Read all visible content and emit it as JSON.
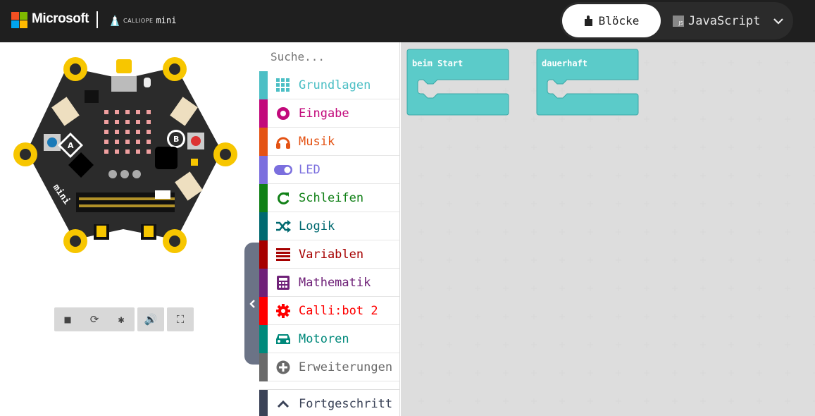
{
  "header": {
    "brand": "Microsoft",
    "product_small": "CALLIOPE",
    "product_name": "mini",
    "modes": {
      "blocks_label": "Blöcke",
      "js_label": "JavaScript",
      "js_badge": "JS"
    }
  },
  "toolbox": {
    "search_placeholder": "Suche...",
    "categories": [
      {
        "label": "Grundlagen",
        "color": "#4cbfc5",
        "icon": "grid-icon"
      },
      {
        "label": "Eingabe",
        "color": "#c2097b",
        "icon": "record-icon"
      },
      {
        "label": "Musik",
        "color": "#e45314",
        "icon": "headphones-icon"
      },
      {
        "label": "LED",
        "color": "#7b6fde",
        "icon": "toggle-icon"
      },
      {
        "label": "Schleifen",
        "color": "#108016",
        "icon": "loop-icon"
      },
      {
        "label": "Logik",
        "color": "#006970",
        "icon": "shuffle-icon"
      },
      {
        "label": "Variablen",
        "color": "#a60000",
        "icon": "list-icon"
      },
      {
        "label": "Mathematik",
        "color": "#6f2178",
        "icon": "calculator-icon"
      },
      {
        "label": "Calli:bot 2",
        "color": "#ff0000",
        "icon": "gear-icon"
      },
      {
        "label": "Motoren",
        "color": "#00897b",
        "icon": "car-icon"
      },
      {
        "label": "Erweiterungen",
        "color": "#6a6a6a",
        "icon": "plus-circle-icon"
      },
      {
        "label": "Fortgeschritt",
        "color": "#3a4257",
        "icon": "chevron-up-icon"
      }
    ]
  },
  "workspace": {
    "blocks": [
      {
        "label": "beim Start",
        "color": "#5bcbc9"
      },
      {
        "label": "dauerhaft",
        "color": "#5bcbc9"
      }
    ]
  }
}
